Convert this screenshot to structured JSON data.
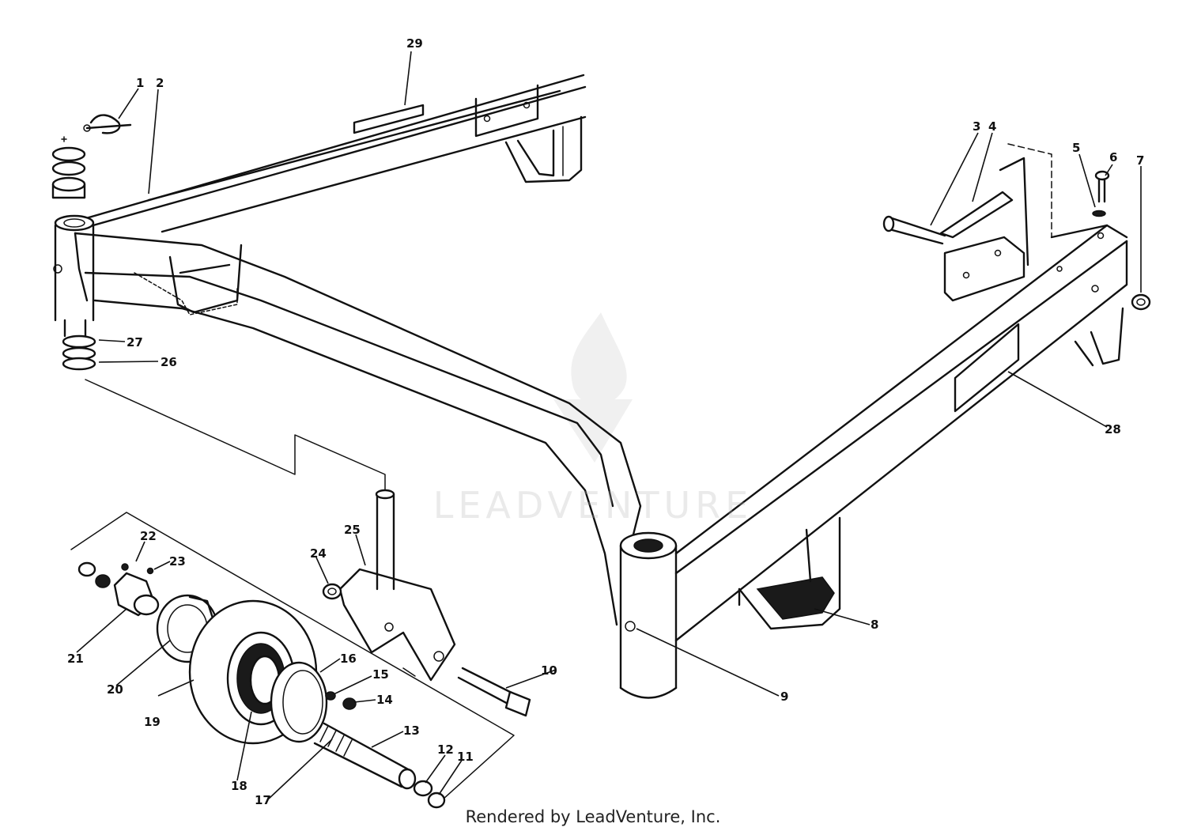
{
  "watermark": "LEADVENTURE",
  "footer": "Rendered by LeadVenture, Inc.",
  "callouts": {
    "c1": "1",
    "c2": "2",
    "c3": "3",
    "c4": "4",
    "c5": "5",
    "c6": "6",
    "c7": "7",
    "c8": "8",
    "c9": "9",
    "c10": "10",
    "c11": "11",
    "c12": "12",
    "c13": "13",
    "c14": "14",
    "c15": "15",
    "c16": "16",
    "c17": "17",
    "c18": "18",
    "c19": "19",
    "c20": "20",
    "c21": "21",
    "c22": "22",
    "c23": "23",
    "c24": "24",
    "c25": "25",
    "c26": "26",
    "c27": "27",
    "c28": "28",
    "c29": "29"
  }
}
